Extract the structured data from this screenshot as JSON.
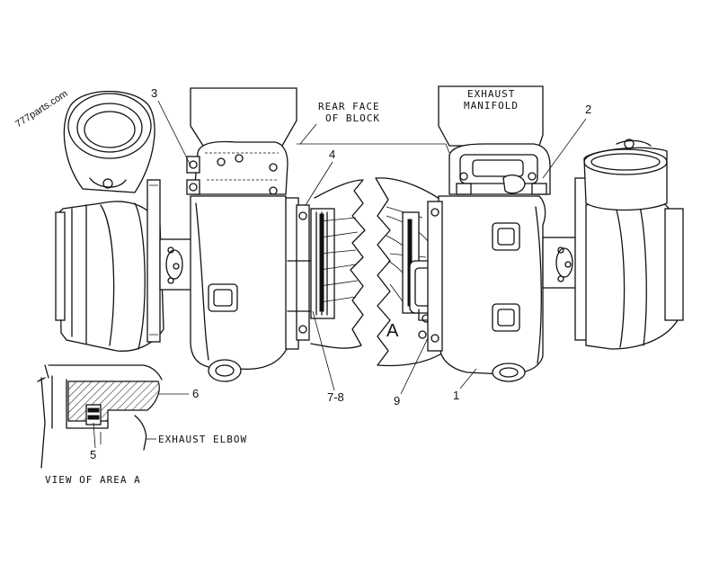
{
  "watermark": "777parts.com",
  "labels": {
    "rear_face_line1": "REAR FACE",
    "rear_face_line2": "OF BLOCK",
    "exhaust_manifold_line1": "EXHAUST",
    "exhaust_manifold_line2": "MANIFOLD",
    "exhaust_elbow": "EXHAUST ELBOW",
    "view_of_area": "VIEW OF AREA A",
    "area_marker": "A"
  },
  "callouts": {
    "c1": "1",
    "c2": "2",
    "c3": "3",
    "c4": "4",
    "c5": "5",
    "c6": "6",
    "c78": "7-8",
    "c9": "9"
  }
}
